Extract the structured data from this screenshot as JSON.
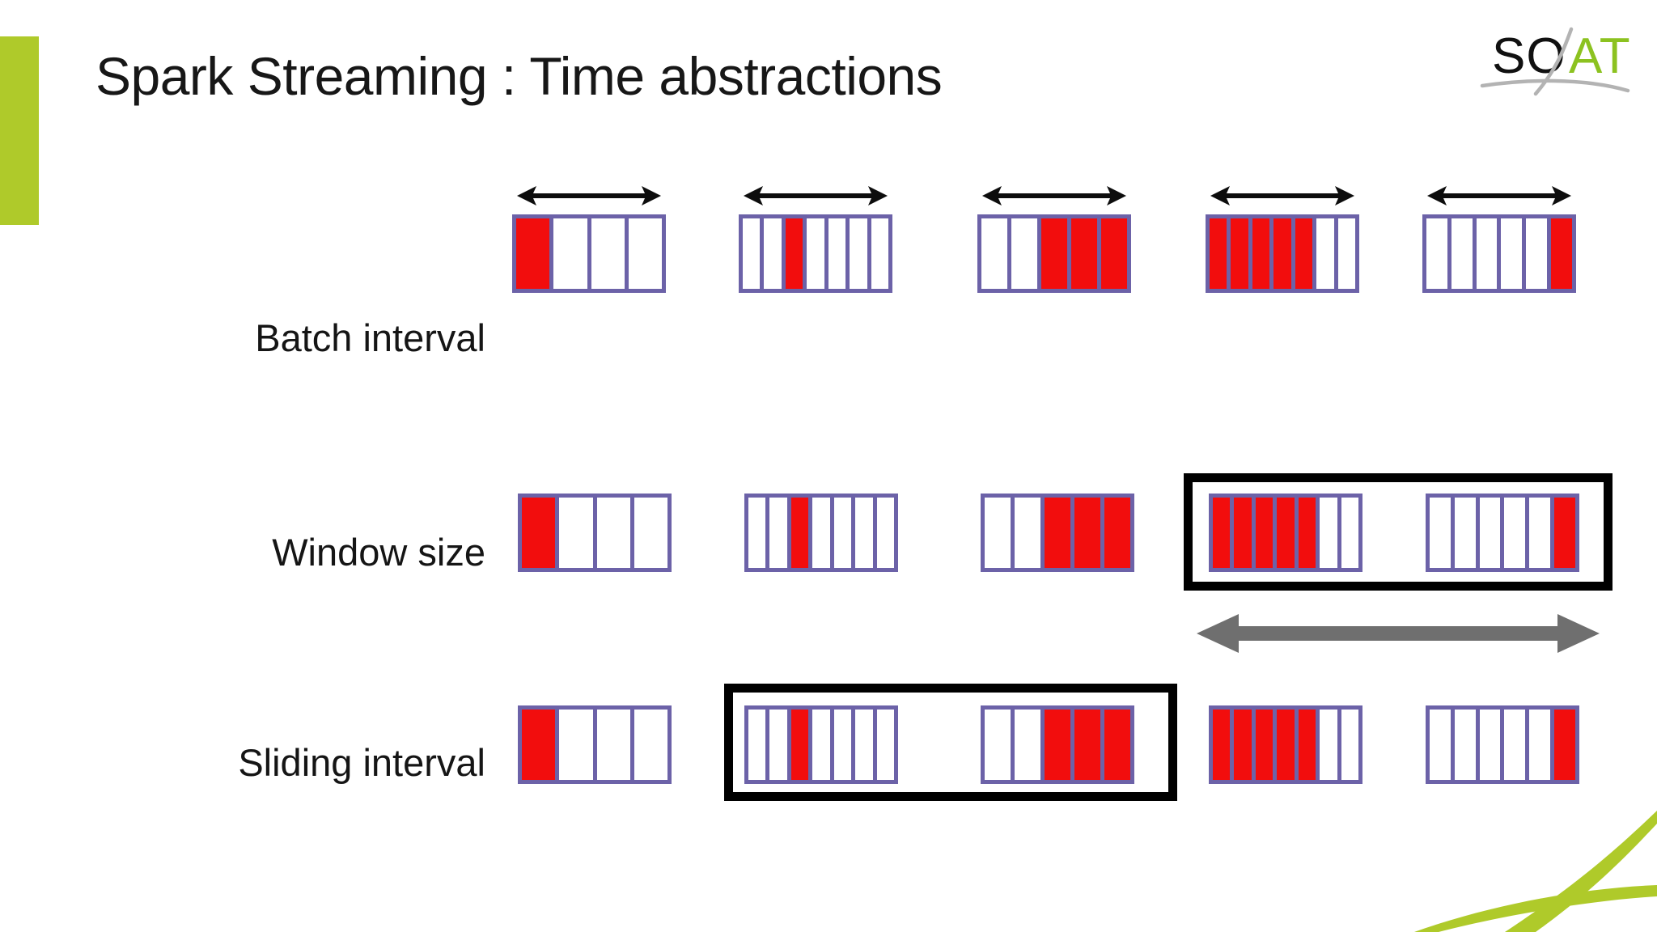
{
  "slide": {
    "title": "Spark Streaming : Time abstractions",
    "accent_color": "#AFCA2A",
    "cell_border_color": "#6C62A8",
    "cell_fill_color": "#F20D0D",
    "highlight_color": "#000000",
    "window_arrow_color": "#6F6F6F"
  },
  "logo": {
    "text_dark": "SO",
    "text_green": "AT",
    "dark_color": "#111111",
    "green_color": "#8CC220",
    "swoosh_color": "#B3B3B3"
  },
  "rows": [
    {
      "id": "batch-interval",
      "label": "Batch interval",
      "groups": [
        {
          "cells": 4,
          "filled": [
            1
          ]
        },
        {
          "cells": 7,
          "filled": [
            3
          ]
        },
        {
          "cells": 5,
          "filled": [
            3,
            4,
            5
          ]
        },
        {
          "cells": 7,
          "filled": [
            1,
            2,
            3,
            4,
            5
          ]
        },
        {
          "cells": 6,
          "filled": [
            6
          ]
        }
      ],
      "arrows": 5,
      "highlight": null
    },
    {
      "id": "window-size",
      "label": "Window size",
      "groups": [
        {
          "cells": 4,
          "filled": [
            1
          ]
        },
        {
          "cells": 7,
          "filled": [
            3
          ]
        },
        {
          "cells": 5,
          "filled": [
            3,
            4,
            5
          ]
        },
        {
          "cells": 7,
          "filled": [
            1,
            2,
            3,
            4,
            5
          ]
        },
        {
          "cells": 6,
          "filled": [
            6
          ]
        }
      ],
      "arrows": 0,
      "highlight": {
        "from_group": 4,
        "to_group": 5,
        "arrow": "gray-double-arrow"
      }
    },
    {
      "id": "sliding-interval",
      "label": "Sliding interval",
      "groups": [
        {
          "cells": 4,
          "filled": [
            1
          ]
        },
        {
          "cells": 7,
          "filled": [
            3
          ]
        },
        {
          "cells": 5,
          "filled": [
            3,
            4,
            5
          ]
        },
        {
          "cells": 7,
          "filled": [
            1,
            2,
            3,
            4,
            5
          ]
        },
        {
          "cells": 6,
          "filled": [
            6
          ]
        }
      ],
      "arrows": 0,
      "highlight": {
        "from_group": 2,
        "to_group": 3,
        "arrow": null
      }
    }
  ]
}
